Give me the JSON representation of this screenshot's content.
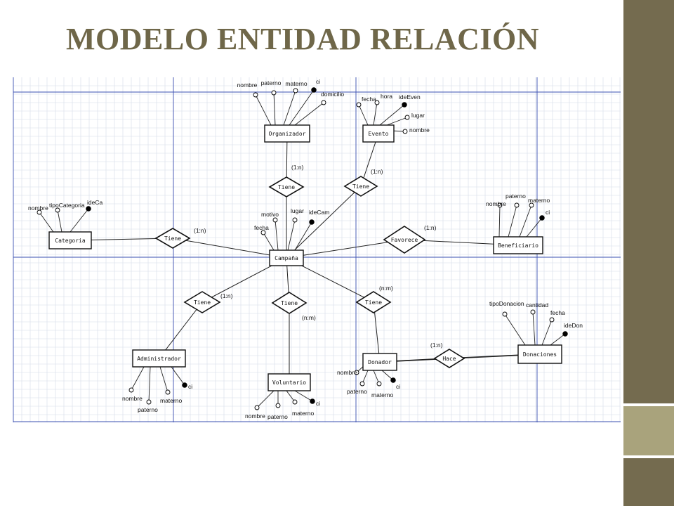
{
  "slide": {
    "title": "MODELO ENTIDAD RELACIÓN"
  },
  "colors": {
    "title": "#6f6749",
    "band_dark": "#746b4f",
    "band_light": "#a9a37c",
    "guide_lines": "#3a4fb0",
    "grid": "#d6dbe8"
  },
  "diagram": {
    "entities": [
      {
        "id": "organizador",
        "label": "Organizador",
        "attributes": [
          {
            "name": "nombre",
            "key": false
          },
          {
            "name": "paterno",
            "key": false
          },
          {
            "name": "materno",
            "key": false
          },
          {
            "name": "ci",
            "key": true
          },
          {
            "name": "domicilio",
            "key": false
          }
        ]
      },
      {
        "id": "evento",
        "label": "Evento",
        "attributes": [
          {
            "name": "fecha",
            "key": false
          },
          {
            "name": "hora",
            "key": false
          },
          {
            "name": "ideEven",
            "key": true
          },
          {
            "name": "lugar",
            "key": false
          },
          {
            "name": "nombre",
            "key": false
          }
        ]
      },
      {
        "id": "categoria",
        "label": "Categoria",
        "attributes": [
          {
            "name": "nombre",
            "key": false
          },
          {
            "name": "tipoCategoria",
            "key": false
          },
          {
            "name": "ideCa",
            "key": true
          }
        ]
      },
      {
        "id": "campana",
        "label": "Campaña",
        "attributes": [
          {
            "name": "fecha",
            "key": false
          },
          {
            "name": "motivo",
            "key": false
          },
          {
            "name": "lugar",
            "key": false
          },
          {
            "name": "ideCam",
            "key": true
          }
        ]
      },
      {
        "id": "beneficiario",
        "label": "Beneficiario",
        "attributes": [
          {
            "name": "nombre",
            "key": false
          },
          {
            "name": "paterno",
            "key": false
          },
          {
            "name": "materno",
            "key": false
          },
          {
            "name": "ci",
            "key": true
          }
        ]
      },
      {
        "id": "administrador",
        "label": "Administrador",
        "attributes": [
          {
            "name": "nombre",
            "key": false
          },
          {
            "name": "paterno",
            "key": false
          },
          {
            "name": "materno",
            "key": false
          },
          {
            "name": "ci",
            "key": true
          }
        ]
      },
      {
        "id": "voluntario",
        "label": "Voluntario",
        "attributes": [
          {
            "name": "nombre",
            "key": false
          },
          {
            "name": "paterno",
            "key": false
          },
          {
            "name": "materno",
            "key": false
          },
          {
            "name": "ci",
            "key": true
          }
        ]
      },
      {
        "id": "donador",
        "label": "Donador",
        "attributes": [
          {
            "name": "nombre",
            "key": false
          },
          {
            "name": "paterno",
            "key": false
          },
          {
            "name": "materno",
            "key": false
          },
          {
            "name": "ci",
            "key": true
          }
        ]
      },
      {
        "id": "donaciones",
        "label": "Donaciones",
        "attributes": [
          {
            "name": "tipoDonacion",
            "key": false
          },
          {
            "name": "cantidad",
            "key": false
          },
          {
            "name": "fecha",
            "key": false
          },
          {
            "name": "ideDon",
            "key": true
          }
        ]
      }
    ],
    "relationships": [
      {
        "id": "tiene-organizador",
        "label": "Tiene",
        "from": "organizador",
        "to": "campana",
        "cardinality": "(1:n)"
      },
      {
        "id": "tiene-evento",
        "label": "Tiene",
        "from": "evento",
        "to": "campana",
        "cardinality": "(1:n)"
      },
      {
        "id": "tiene-categoria",
        "label": "Tiene",
        "from": "categoria",
        "to": "campana",
        "cardinality": "(1:n)"
      },
      {
        "id": "favorece",
        "label": "Favorece",
        "from": "campana",
        "to": "beneficiario",
        "cardinality": "(1:n)"
      },
      {
        "id": "tiene-administrador",
        "label": "Tiene",
        "from": "administrador",
        "to": "campana",
        "cardinality": "(1:n)"
      },
      {
        "id": "tiene-voluntario",
        "label": "Tiene",
        "from": "campana",
        "to": "voluntario",
        "cardinality": "(n:m)"
      },
      {
        "id": "tiene-donador",
        "label": "Tiene",
        "from": "campana",
        "to": "donador",
        "cardinality": "(n:m)"
      },
      {
        "id": "hace",
        "label": "Hace",
        "from": "donador",
        "to": "donaciones",
        "cardinality": "(1:n)"
      }
    ]
  }
}
